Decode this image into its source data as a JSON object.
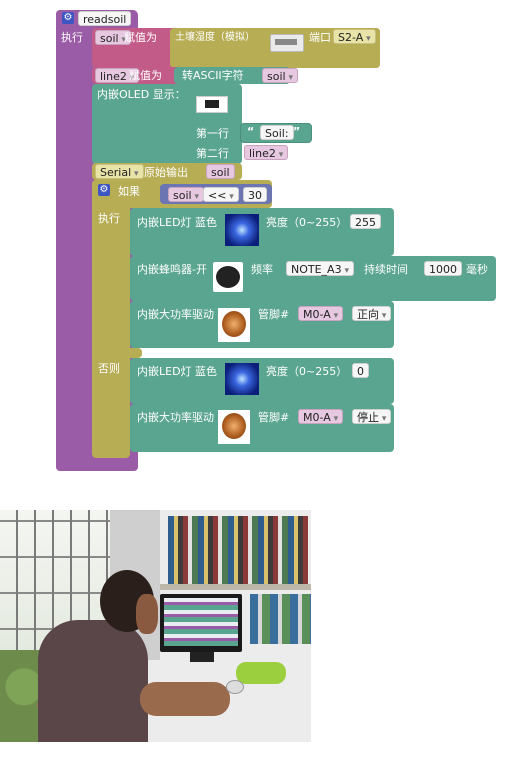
{
  "func": {
    "name": "readsoil",
    "exec_label": "执行"
  },
  "row_soil": {
    "var": "soil",
    "assign": "赋值为",
    "sensor": "土壤湿度（模拟）",
    "port_label": "端口",
    "port": "S2-A"
  },
  "row_line2": {
    "var": "line2",
    "assign": "赋值为",
    "to_ascii": "转ASCII字符",
    "arg": "soil"
  },
  "oled": {
    "title": "内嵌OLED 显示：",
    "line1_label": "第一行",
    "line1_value": "Soil:",
    "line2_label": "第二行",
    "line2_value": "line2"
  },
  "serial": {
    "name": "Serial",
    "label": "原始输出",
    "arg": "soil"
  },
  "if_block": {
    "label": "如果",
    "var": "soil",
    "op": "<<",
    "value": "30",
    "then_label": "执行",
    "else_label": "否则"
  },
  "then": {
    "led": {
      "label": "内嵌LED灯  蓝色",
      "brightness_label": "亮度（0~255）",
      "value": "255"
    },
    "buzzer": {
      "label": "内嵌蜂鸣器-开",
      "freq_label": "频率",
      "note": "NOTE_A3",
      "duration_label": "持续时间",
      "duration": "1000",
      "unit": "毫秒"
    },
    "motor": {
      "label": "内嵌大功率驱动",
      "pin_label": "管脚#",
      "pin": "M0-A",
      "direction": "正向"
    }
  },
  "else": {
    "led": {
      "label": "内嵌LED灯  蓝色",
      "brightness_label": "亮度（0~255）",
      "value": "0"
    },
    "motor": {
      "label": "内嵌大功率驱动",
      "pin_label": "管脚#",
      "pin": "M0-A",
      "direction": "停止"
    }
  },
  "quote_open": "“",
  "quote_close": "”",
  "colors": {
    "function": "#9a5ca6",
    "text_teal": "#5aa58f",
    "assign_pink": "#c25b87",
    "olive": "#b6ad54",
    "navy": "#6a75b2"
  }
}
